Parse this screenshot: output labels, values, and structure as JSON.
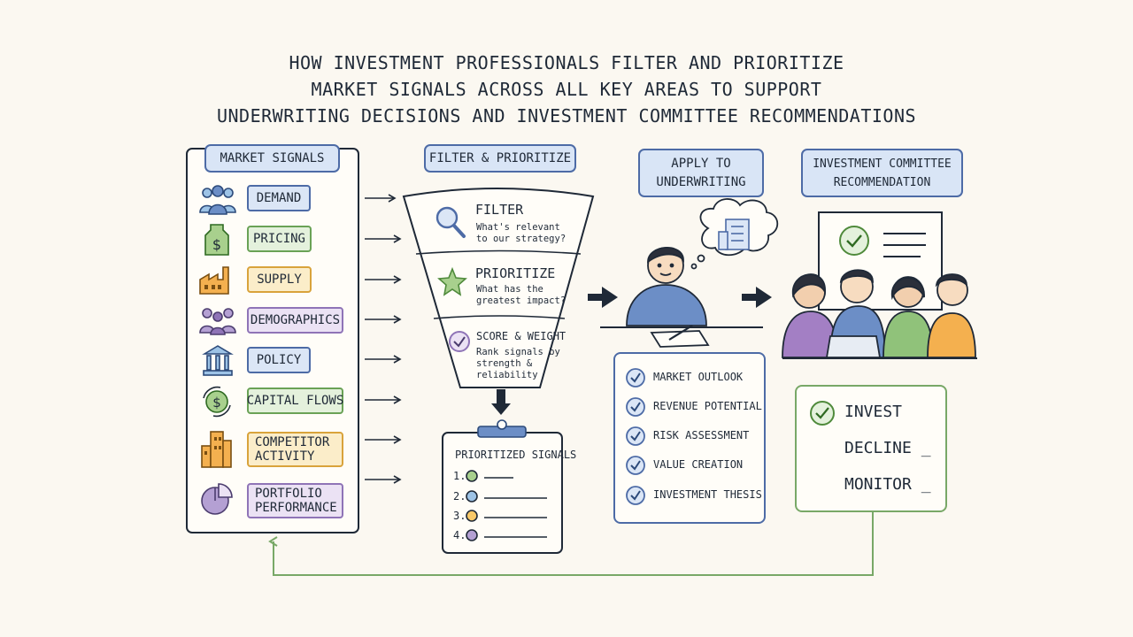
{
  "title": {
    "line1": "HOW INVESTMENT PROFESSIONALS FILTER AND PRIORITIZE",
    "line2": "MARKET SIGNALS ACROSS ALL KEY AREAS TO SUPPORT",
    "line3": "UNDERWRITING DECISIONS AND INVESTMENT COMMITTEE RECOMMENDATIONS"
  },
  "market_signals": {
    "header": "MARKET SIGNALS",
    "items": [
      {
        "label": "DEMAND",
        "icon": "people-group-icon",
        "color": "#4d6ba6",
        "fill": "#dbe6f6"
      },
      {
        "label": "PRICING",
        "icon": "price-tag-icon",
        "color": "#6aa256",
        "fill": "#e4f1dc"
      },
      {
        "label": "SUPPLY",
        "icon": "factory-icon",
        "color": "#d9a33b",
        "fill": "#fbedc9"
      },
      {
        "label": "DEMOGRAPHICS",
        "icon": "population-icon",
        "color": "#8f74b7",
        "fill": "#ebe2f4"
      },
      {
        "label": "POLICY",
        "icon": "government-building-icon",
        "color": "#4d6ba6",
        "fill": "#dbe6f6"
      },
      {
        "label": "CAPITAL FLOWS",
        "icon": "money-cycle-icon",
        "color": "#6aa256",
        "fill": "#e4f1dc"
      },
      {
        "label": "COMPETITOR\nACTIVITY",
        "icon": "city-buildings-icon",
        "color": "#d9a33b",
        "fill": "#fbedc9"
      },
      {
        "label": "PORTFOLIO\nPERFORMANCE",
        "icon": "pie-chart-icon",
        "color": "#8f74b7",
        "fill": "#ebe2f4"
      }
    ]
  },
  "filter": {
    "header": "FILTER & PRIORITIZE",
    "stages": [
      {
        "title": "FILTER",
        "subtitle": "What's relevant\nto our strategy?",
        "icon": "magnifier-icon"
      },
      {
        "title": "PRIORITIZE",
        "subtitle": "What has the\ngreatest impact?",
        "icon": "star-icon"
      },
      {
        "title": "SCORE & WEIGHT",
        "subtitle": "Rank signals by\nstrength &\nreliability",
        "icon": "check-circle-icon"
      }
    ]
  },
  "prioritized": {
    "title": "PRIORITIZED SIGNALS",
    "items": [
      {
        "num": "1.",
        "color": "#a8d08d"
      },
      {
        "num": "2.",
        "color": "#9dc3e6"
      },
      {
        "num": "3.",
        "color": "#f9c969"
      },
      {
        "num": "4.",
        "color": "#b4a0d3"
      }
    ]
  },
  "underwriting": {
    "header": "APPLY TO\nUNDERWRITING",
    "items": [
      "MARKET OUTLOOK",
      "REVENUE POTENTIAL",
      "RISK ASSESSMENT",
      "VALUE CREATION",
      "INVESTMENT THESIS"
    ]
  },
  "committee": {
    "header": "INVESTMENT COMMITTEE\nRECOMMENDATION",
    "decisions": [
      {
        "label": "INVEST",
        "checked": true
      },
      {
        "label": "DECLINE _",
        "checked": false
      },
      {
        "label": "MONITOR _",
        "checked": false
      }
    ]
  },
  "colors": {
    "ink": "#1f2937",
    "blue": "#4d6ba6",
    "green": "#6aa256",
    "amber": "#d9a33b",
    "purple": "#8f74b7",
    "loop": "#78a867"
  }
}
